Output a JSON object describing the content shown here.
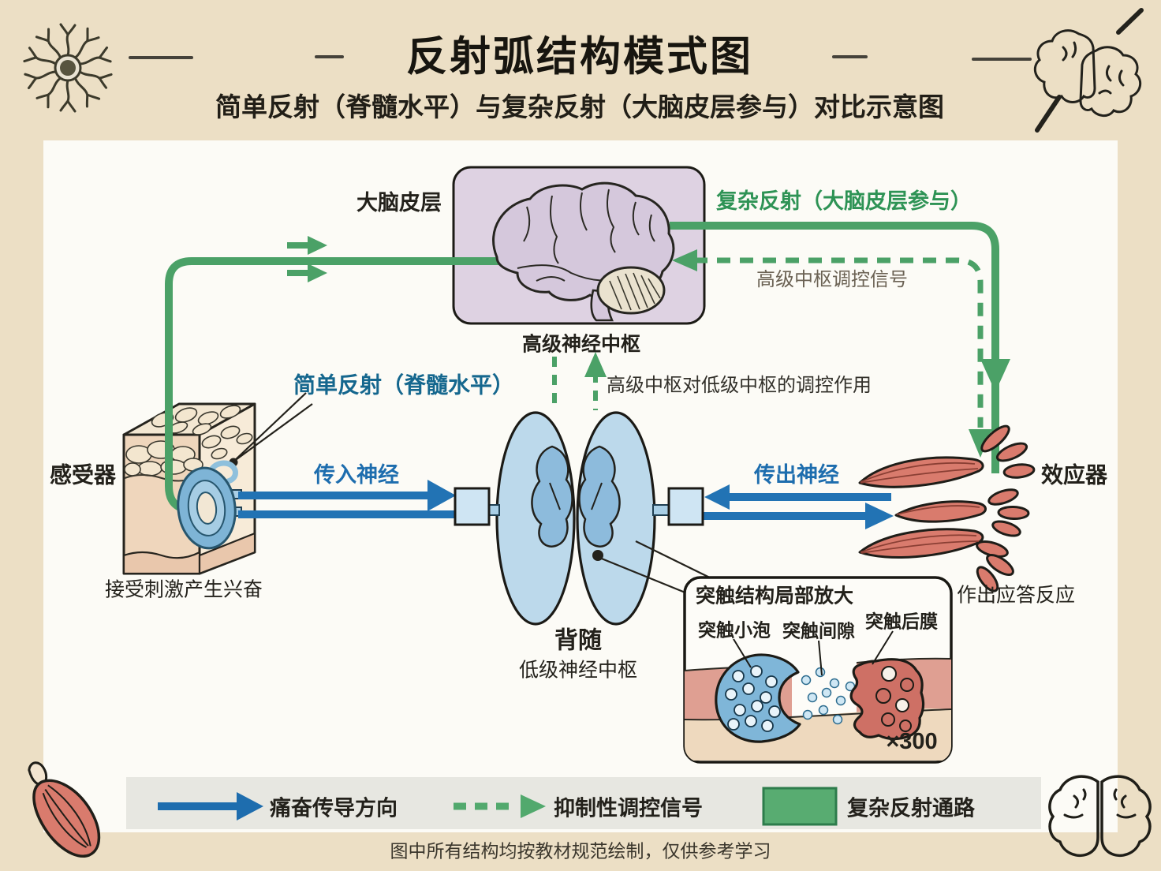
{
  "title": "反射弧结构模式图",
  "subtitle": "简单反射（脊髓水平）与复杂反射（大脑皮层参与）对比示意图",
  "footer": "图中所有结构均按教材规范绘制，仅供参考学习",
  "colors": {
    "background": "#ecdfc5",
    "panel": "#fcfbf6",
    "pathway_green": "#4ba167",
    "nerve_blue": "#2273b4",
    "simple_reflex_label": "#15678e",
    "complex_reflex_label": "#2e9355",
    "cortex_box_purple": "#ded2e2",
    "spinal_blue": "#bcd9eb",
    "muscle_red": "#d97b6d",
    "legend_bar_gray": "#e7e7e1"
  },
  "labels": {
    "cortex": "大脑皮层",
    "complex_reflex": "复杂反射（大脑皮层参与）",
    "high_center_signal": "高级中枢调控信号",
    "high_center": "高级神经中枢",
    "regulation": "高级中枢对低级中枢的调控作用",
    "simple_reflex": "简单反射（脊髓水平）",
    "receptor": "感受器",
    "receptor_caption": "接受刺激产生兴奋",
    "afferent": "传入神经",
    "efferent": "传出神经",
    "effector": "效应器",
    "effector_caption": "作出应答反应",
    "spinal": "背随",
    "low_center": "低级神经中枢"
  },
  "synapse": {
    "title": "突触结构局部放大",
    "vesicle": "突触小泡",
    "cleft": "突触间隙",
    "postmembrane": "突触后膜",
    "magnification": "×300"
  },
  "legend": {
    "items": [
      {
        "label": "痛奋传导方向"
      },
      {
        "label": "抑制性调控信号"
      },
      {
        "label": "复杂反射通路"
      }
    ]
  }
}
